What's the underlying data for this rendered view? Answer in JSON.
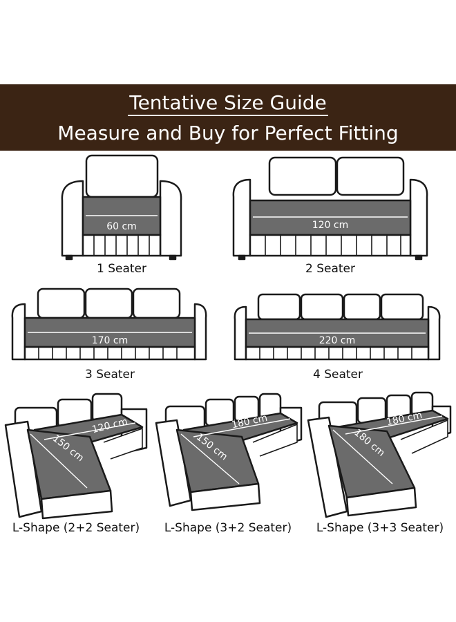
{
  "header": {
    "title": "Tentative Size Guide",
    "subtitle": "Measure and Buy for Perfect Fitting",
    "background": "#3b2414"
  },
  "colors": {
    "cushion": "#6b6b6b",
    "outline": "#1a1a1a"
  },
  "sofas": [
    {
      "label": "1 Seater",
      "measures": [
        "60 cm"
      ]
    },
    {
      "label": "2 Seater",
      "measures": [
        "120 cm"
      ]
    },
    {
      "label": "3 Seater",
      "measures": [
        "170 cm"
      ]
    },
    {
      "label": "4 Seater",
      "measures": [
        "220 cm"
      ]
    },
    {
      "label": "L-Shape (2+2 Seater)",
      "measures": [
        "120 cm",
        "150 cm"
      ]
    },
    {
      "label": "L-Shape (3+2 Seater)",
      "measures": [
        "180 cm",
        "150 cm"
      ]
    },
    {
      "label": "L-Shape (3+3 Seater)",
      "measures": [
        "180 cm",
        "180 cm"
      ]
    }
  ]
}
